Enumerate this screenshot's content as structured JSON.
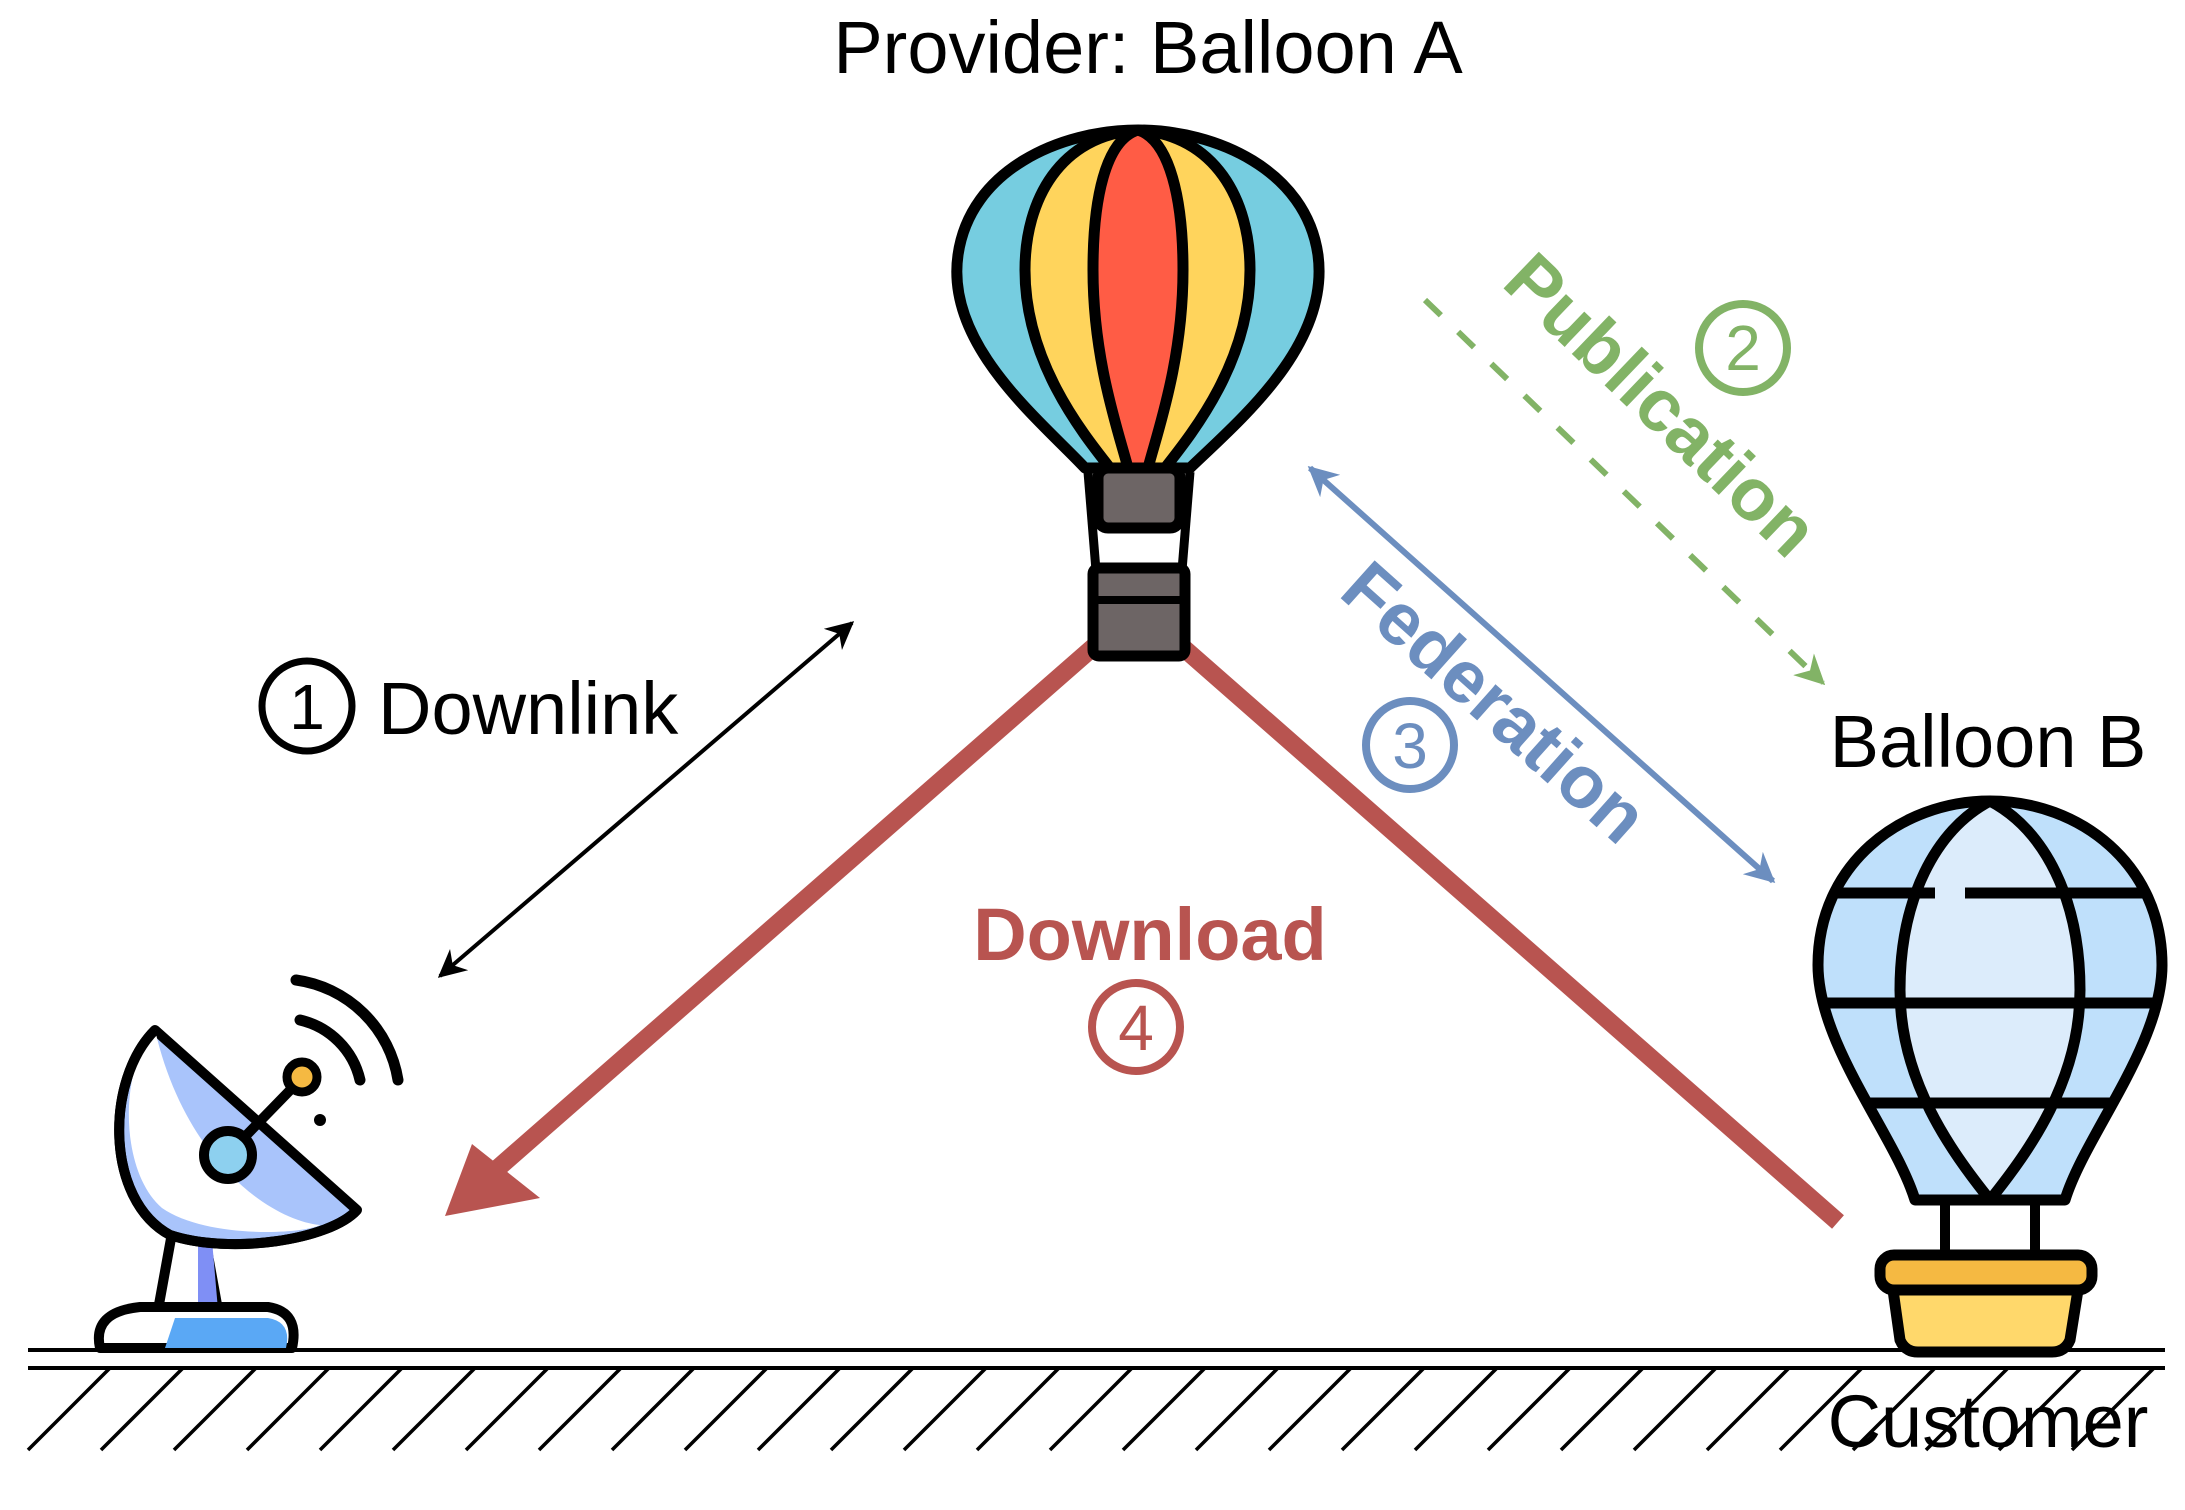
{
  "nodes": {
    "provider": "Provider: Balloon A",
    "balloon_b": "Balloon B",
    "customer": "Customer"
  },
  "links": {
    "downlink": {
      "step": "1",
      "label": "Downlink",
      "color": "#000000"
    },
    "publication": {
      "step": "2",
      "label": "Publication",
      "color": "#82b366"
    },
    "federation": {
      "step": "3",
      "label": "Federation",
      "color": "#6c8ebf"
    },
    "download": {
      "step": "4",
      "label": "Download",
      "color": "#b85450"
    }
  },
  "icons": {
    "provider_balloon": "hot-air-balloon-icon",
    "balloon_b": "blue-hot-air-balloon-icon",
    "ground_station": "satellite-dish-icon",
    "ground": "ground-hatch-icon"
  }
}
